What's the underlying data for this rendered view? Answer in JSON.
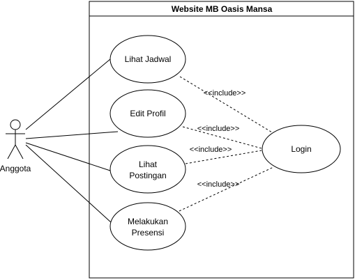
{
  "system": {
    "title": "Website MB Oasis Mansa"
  },
  "actor": {
    "label": "Anggota"
  },
  "use_cases": {
    "lihat_jadwal": {
      "line1": "Lihat Jadwal",
      "line2": ""
    },
    "edit_profil": {
      "line1": "Edit Profil",
      "line2": ""
    },
    "lihat_postingan": {
      "line1": "Lihat",
      "line2": "Postingan"
    },
    "melakukan_presensi": {
      "line1": "Melakukan",
      "line2": "Presensi"
    },
    "login": {
      "line1": "Login",
      "line2": ""
    }
  },
  "relations": {
    "include_1": "<<include>>",
    "include_2": "<<include>>",
    "include_3": "<<include>>",
    "include_4": "<<include>>"
  },
  "colors": {
    "stroke": "#000000",
    "fill": "#ffffff"
  }
}
